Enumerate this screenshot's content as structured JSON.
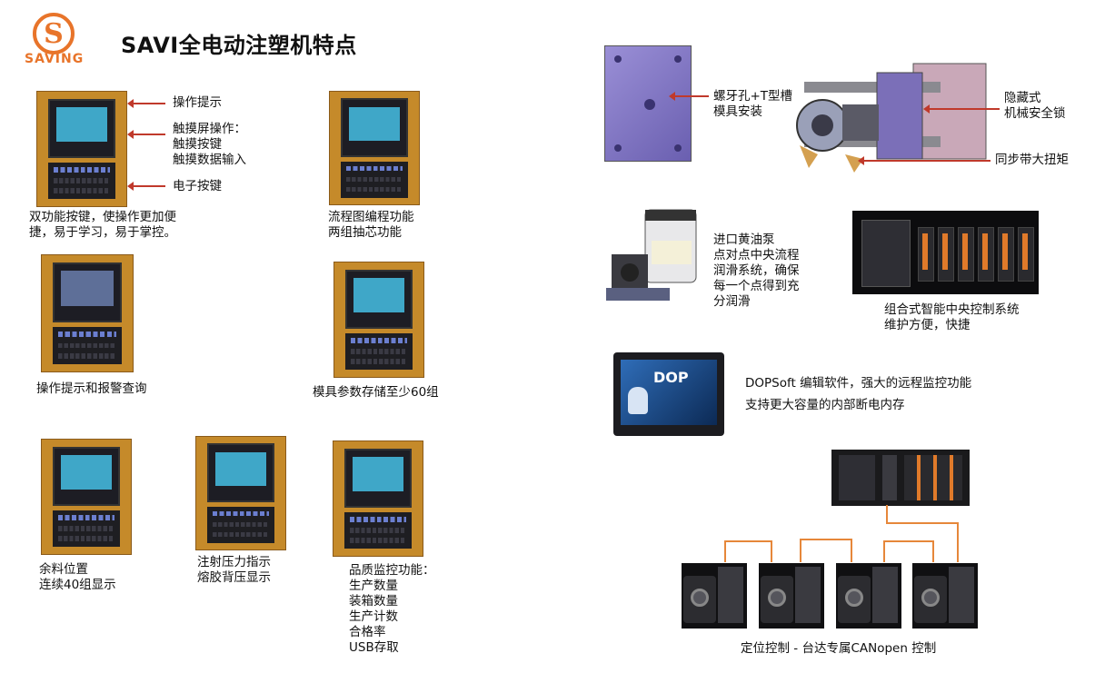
{
  "logo": {
    "text": "SAVING"
  },
  "title": "SAVI全电动注塑机特点",
  "left": {
    "screen_top_left": {
      "callouts": {
        "prompt": "操作提示",
        "touch_title": "触摸屏操作：",
        "touch_line1": "触摸按键",
        "touch_line2": "触摸数据输入",
        "keys": "电子按键"
      },
      "caption_line1": "双功能按键，使操作更加便",
      "caption_line2": "捷，易于学习，易于掌控。"
    },
    "screen_top_right": {
      "caption_line1": "流程图编程功能",
      "caption_line2": "两组抽芯功能"
    },
    "screen_mid_left": {
      "caption": "操作提示和报警查询"
    },
    "screen_mid_right": {
      "caption": "模具参数存储至少60组"
    },
    "screen_bottom_1": {
      "caption_line1": "余料位置",
      "caption_line2": "连续40组显示"
    },
    "screen_bottom_2": {
      "caption_line1": "注射压力指示",
      "caption_line2": "熔胶背压显示"
    },
    "screen_bottom_3": {
      "caption_title": "品质监控功能：",
      "items": [
        "生产数量",
        "装箱数量",
        "生产计数",
        "合格率",
        "USB存取"
      ]
    }
  },
  "right": {
    "mold_caption_line1": "螺牙孔+T型槽",
    "mold_caption_line2": "模具安装",
    "lock_caption_line1": "隐藏式",
    "lock_caption_line2": "机械安全锁",
    "belt_caption": "同步带大扭矩",
    "pump_caption": [
      "进口黄油泵",
      "点对点中央流程",
      "润滑系统，确保",
      "每一个点得到充",
      "分润滑"
    ],
    "plc_caption_line1": "组合式智能中央控制系统",
    "plc_caption_line2": "维护方便，快捷",
    "dop_label": "DOP",
    "dop_caption_line1": "DOPSoft 编辑软件，强大的远程监控功能",
    "dop_caption_line2": "支持更大容量的内部断电内存",
    "servo_caption": "定位控制 - 台达专属CANopen 控制"
  },
  "colors": {
    "accent": "#e8742a",
    "arrow": "#c0392b",
    "wire": "#e6873a"
  }
}
